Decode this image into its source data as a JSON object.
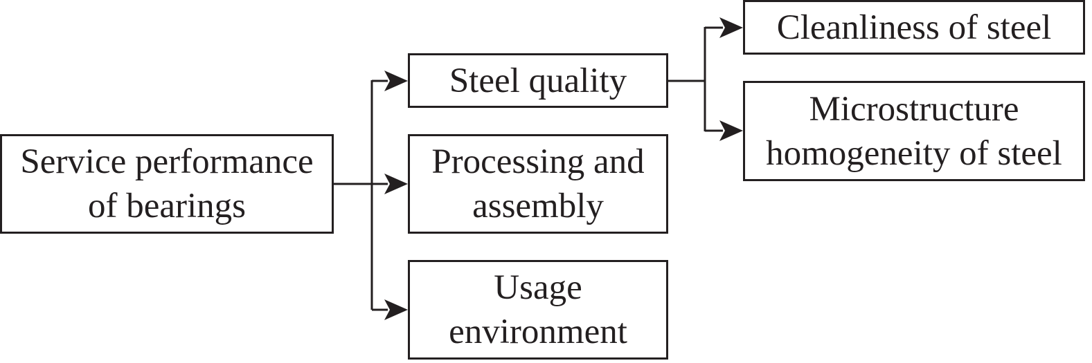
{
  "colors": {
    "line": "#231f20",
    "background": "#ffffff"
  },
  "nodes": {
    "root": {
      "line1": "Service performance",
      "line2": "of bearings"
    },
    "steel_quality": {
      "line1": "Steel quality"
    },
    "processing": {
      "line1": "Processing and",
      "line2": "assembly"
    },
    "usage": {
      "line1": "Usage",
      "line2": "environment"
    },
    "cleanliness": {
      "line1": "Cleanliness of steel"
    },
    "microstructure": {
      "line1": "Microstructure",
      "line2": "homogeneity of steel"
    }
  },
  "edges": [
    {
      "from": "root",
      "to": "steel_quality"
    },
    {
      "from": "root",
      "to": "processing"
    },
    {
      "from": "root",
      "to": "usage"
    },
    {
      "from": "steel_quality",
      "to": "cleanliness"
    },
    {
      "from": "steel_quality",
      "to": "microstructure"
    }
  ]
}
